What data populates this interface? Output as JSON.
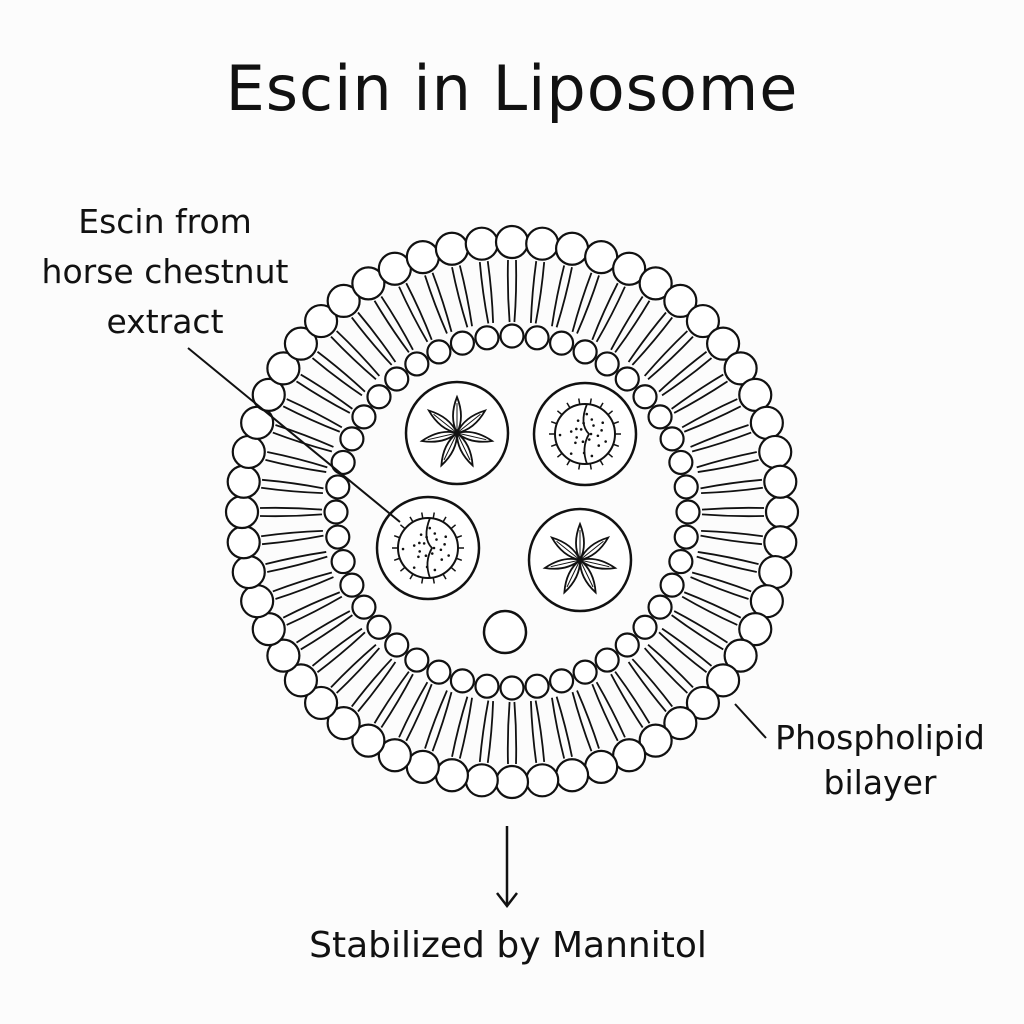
{
  "title": "Escin in Liposome",
  "labels": {
    "escin_line1": "Escin from",
    "escin_line2": "horse chestnut",
    "escin_line3": "extract",
    "bilayer_line1": "Phospholipid",
    "bilayer_line2": "bilayer",
    "stabilizer": "Stabilized by Mannitol"
  },
  "colors": {
    "stroke": "#111111",
    "fill": "#ffffff",
    "background": "#fcfcfc"
  }
}
